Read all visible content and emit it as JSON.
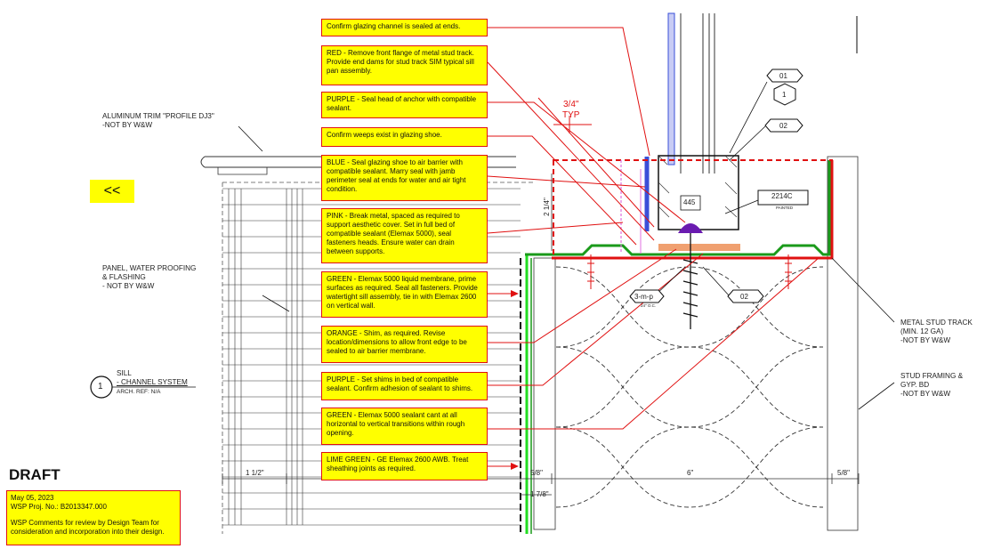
{
  "nav": {
    "back_label": "<<"
  },
  "notes": [
    {
      "text": "Confirm glazing channel is sealed at ends."
    },
    {
      "text": "RED - Remove front flange of metal stud track. Provide end dams for stud track SIM typical sill pan assembly."
    },
    {
      "text": "PURPLE - Seal head of anchor with compatible sealant."
    },
    {
      "text": "Confirm weeps exist in glazing shoe."
    },
    {
      "text": "BLUE - Seal glazing shoe to air barrier with compatible sealant. Marry seal with jamb perimeter seal at ends for water and air tight condition."
    },
    {
      "text": "PINK - Break metal, spaced as required to support aesthetic cover. Set in full bed of compatible sealant (Elemax 5000), seal fasteners heads. Ensure water can drain between supports."
    },
    {
      "text": "GREEN - Elemax 5000 liquid membrane, prime surfaces as required. Seal all fasteners. Provide watertight sill assembly, tie in with Elemax 2600 on vertical wall."
    },
    {
      "text": "ORANGE - Shim, as required. Revise location/dimensions to allow front edge to be sealed to air barrier membrane."
    },
    {
      "text": "PURPLE - Set shims in bed of compatible sealant. Confirm adhesion of sealant to shims."
    },
    {
      "text": "GREEN - Elemax 5000 sealant cant at all horizontal to vertical transitions within rough opening."
    },
    {
      "text": "LIME GREEN - GE Elemax 2600 AWB. Treat sheathing joints as required."
    }
  ],
  "labels": {
    "trim": "ALUMINUM TRIM \"PROFILE DJ3\"\n-NOT BY W&W",
    "panel": "PANEL, WATER PROOFING\n& FLASHING\n- NOT BY W&W",
    "track": "METAL STUD TRACK\n(MIN. 12 GA)\n-NOT BY W&W",
    "framing": "STUD FRAMING &\nGYP. BD\n-NOT BY W&W"
  },
  "detail": {
    "number": "1",
    "title": "SILL",
    "subtitle": "- CHANNEL SYSTEM",
    "ref": "ARCH. REF: N/A"
  },
  "tags": {
    "t01": "01",
    "t1": "1",
    "t02a": "02",
    "t02b": "02",
    "t2214": "2214C",
    "painted": "PAINTED",
    "t445": "445",
    "anchor": "3-m-p",
    "anchor_sub": "24\" O.C."
  },
  "dims": {
    "typ_top": "3/4\"",
    "typ": "TYP",
    "vert": "2 1/4\"",
    "d1": "1 1/2\"",
    "d2": "5/8\"",
    "d3": "6\"",
    "d4": "5/8\"",
    "d5": "1 7/8\""
  },
  "draft": {
    "title": "DRAFT",
    "date": "May 05, 2023",
    "proj": "WSP Proj. No.: B2013347.000",
    "comment": "WSP Comments for review by Design Team for consideration and incorporation into their design."
  },
  "colors": {
    "red": "#e01010",
    "green": "#1a9a1a",
    "lime": "#22dd22",
    "blue": "#3a4fd8",
    "purple": "#6a1bb0",
    "pink": "#e070e0",
    "orange": "#f0a070",
    "yellow": "#ffff00"
  }
}
